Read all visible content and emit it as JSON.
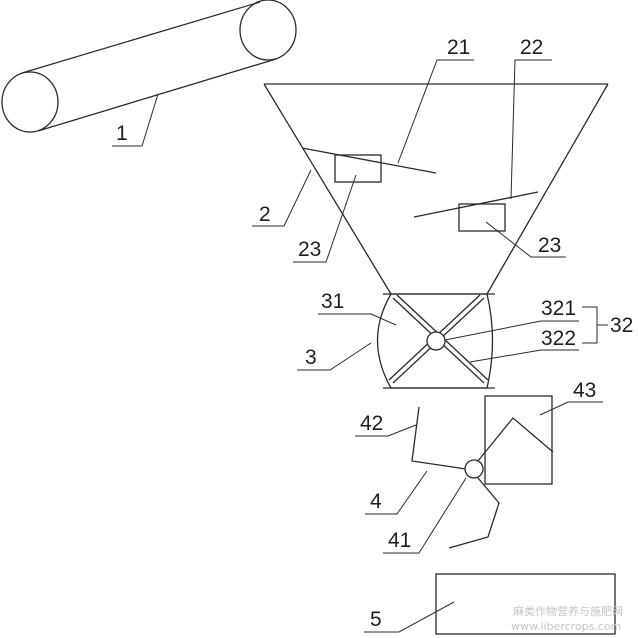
{
  "labels": {
    "l1": "1",
    "l2": "2",
    "l21": "21",
    "l22": "22",
    "l23a": "23",
    "l23b": "23",
    "l3": "3",
    "l31": "31",
    "l32": "32",
    "l321": "321",
    "l322": "322",
    "l4": "4",
    "l41": "41",
    "l42": "42",
    "l43": "43",
    "l5": "5"
  },
  "watermark": {
    "line1": "麻类作物营养与施肥网",
    "line2": "www.libercrops.com"
  },
  "icons": {
    "conveyor": "conveyor-belt-icon",
    "hopper": "hopper-icon",
    "rotor": "rotor-icon",
    "paddle": "paddle-wheel-icon"
  }
}
